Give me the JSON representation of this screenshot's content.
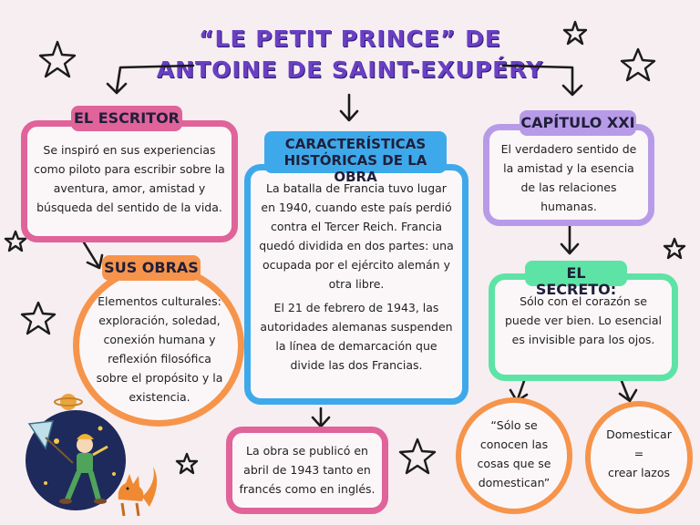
{
  "title": {
    "line1": "“LE PETIT PRINCE” DE",
    "line2": "ANTOINE DE SAINT-EXUPÉRY"
  },
  "escritor": {
    "label": "EL ESCRITOR",
    "text": "Se inspiró en sus experiencias como piloto para escribir sobre la aventura, amor, amistad y búsqueda del sentido de la vida."
  },
  "obras": {
    "label": "SUS OBRAS",
    "text": "Elementos culturales: exploración, soledad, conexión humana y reflexión filosófica sobre el propósito y la existencia."
  },
  "caracteristicas": {
    "label_line1": "CARACTERÍSTICAS",
    "label_line2": "HISTÓRICAS DE LA OBRA",
    "text_p1": "La batalla de Francia tuvo lugar en 1940, cuando este país perdió contra el Tercer Reich. Francia quedó dividida en dos partes: una ocupada por el ejército alemán y otra libre.",
    "text_p2": "El 21 de febrero de 1943, las autoridades alemanas suspenden la línea de demarcación que divide las dos Francias."
  },
  "publicacion": {
    "text": "La obra se publicó en abril de 1943 tanto en francés como en inglés."
  },
  "capitulo": {
    "label": "CAPÍTULO XXI",
    "text": "El verdadero sentido de la amistad y la esencia de las relaciones humanas."
  },
  "secreto": {
    "label": "EL SECRETO:",
    "text": "Sólo con el corazón se puede ver bien. Lo esencial es invisible para los ojos."
  },
  "quote": {
    "text": "“Sólo se conocen las cosas que se domestican”"
  },
  "domesticar": {
    "line1": "Domesticar",
    "line2": "=",
    "line3": "crear lazos"
  },
  "colors": {
    "pink": "#e0639a",
    "orange": "#f6944b",
    "blue": "#3ea9ea",
    "purple": "#b89be8",
    "green": "#5ee3a6",
    "title_purple": "#6a3fc4"
  },
  "decorations": [
    "star-icon",
    "little-prince-illustration",
    "fox-illustration"
  ]
}
